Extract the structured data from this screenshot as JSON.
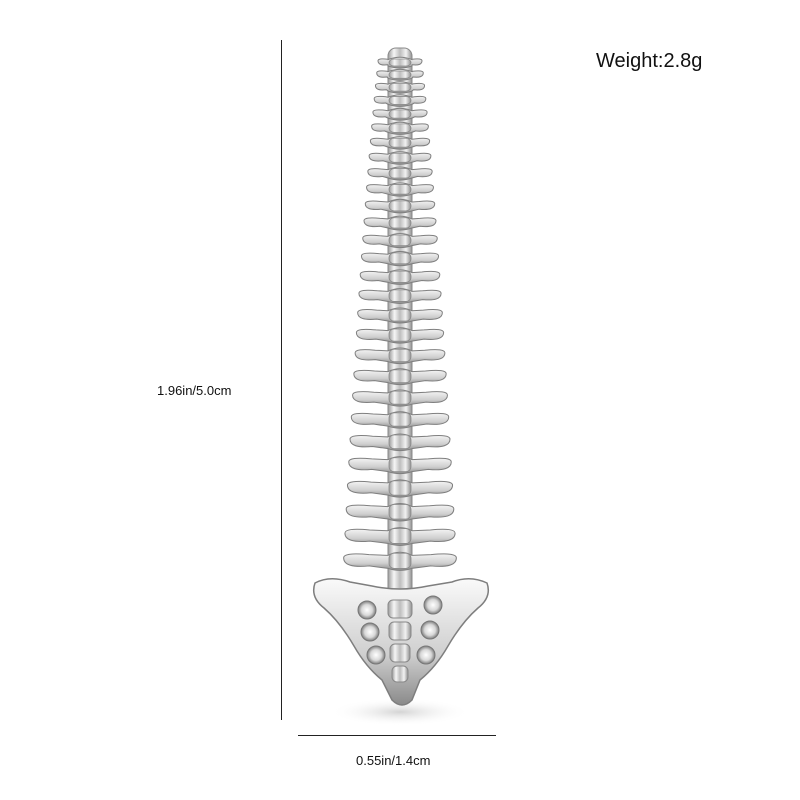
{
  "product": {
    "weight_label": "Weight:2.8g",
    "height_label": "1.96in/5.0cm",
    "width_label": "0.55in/1.4cm",
    "image_icon": "spine-brooch-icon",
    "colors": {
      "background": "#ffffff",
      "metal_light": "#f4f4f4",
      "metal_mid": "#c9c9c9",
      "metal_dark": "#8c8c8c",
      "dimension_line": "#222222"
    }
  }
}
